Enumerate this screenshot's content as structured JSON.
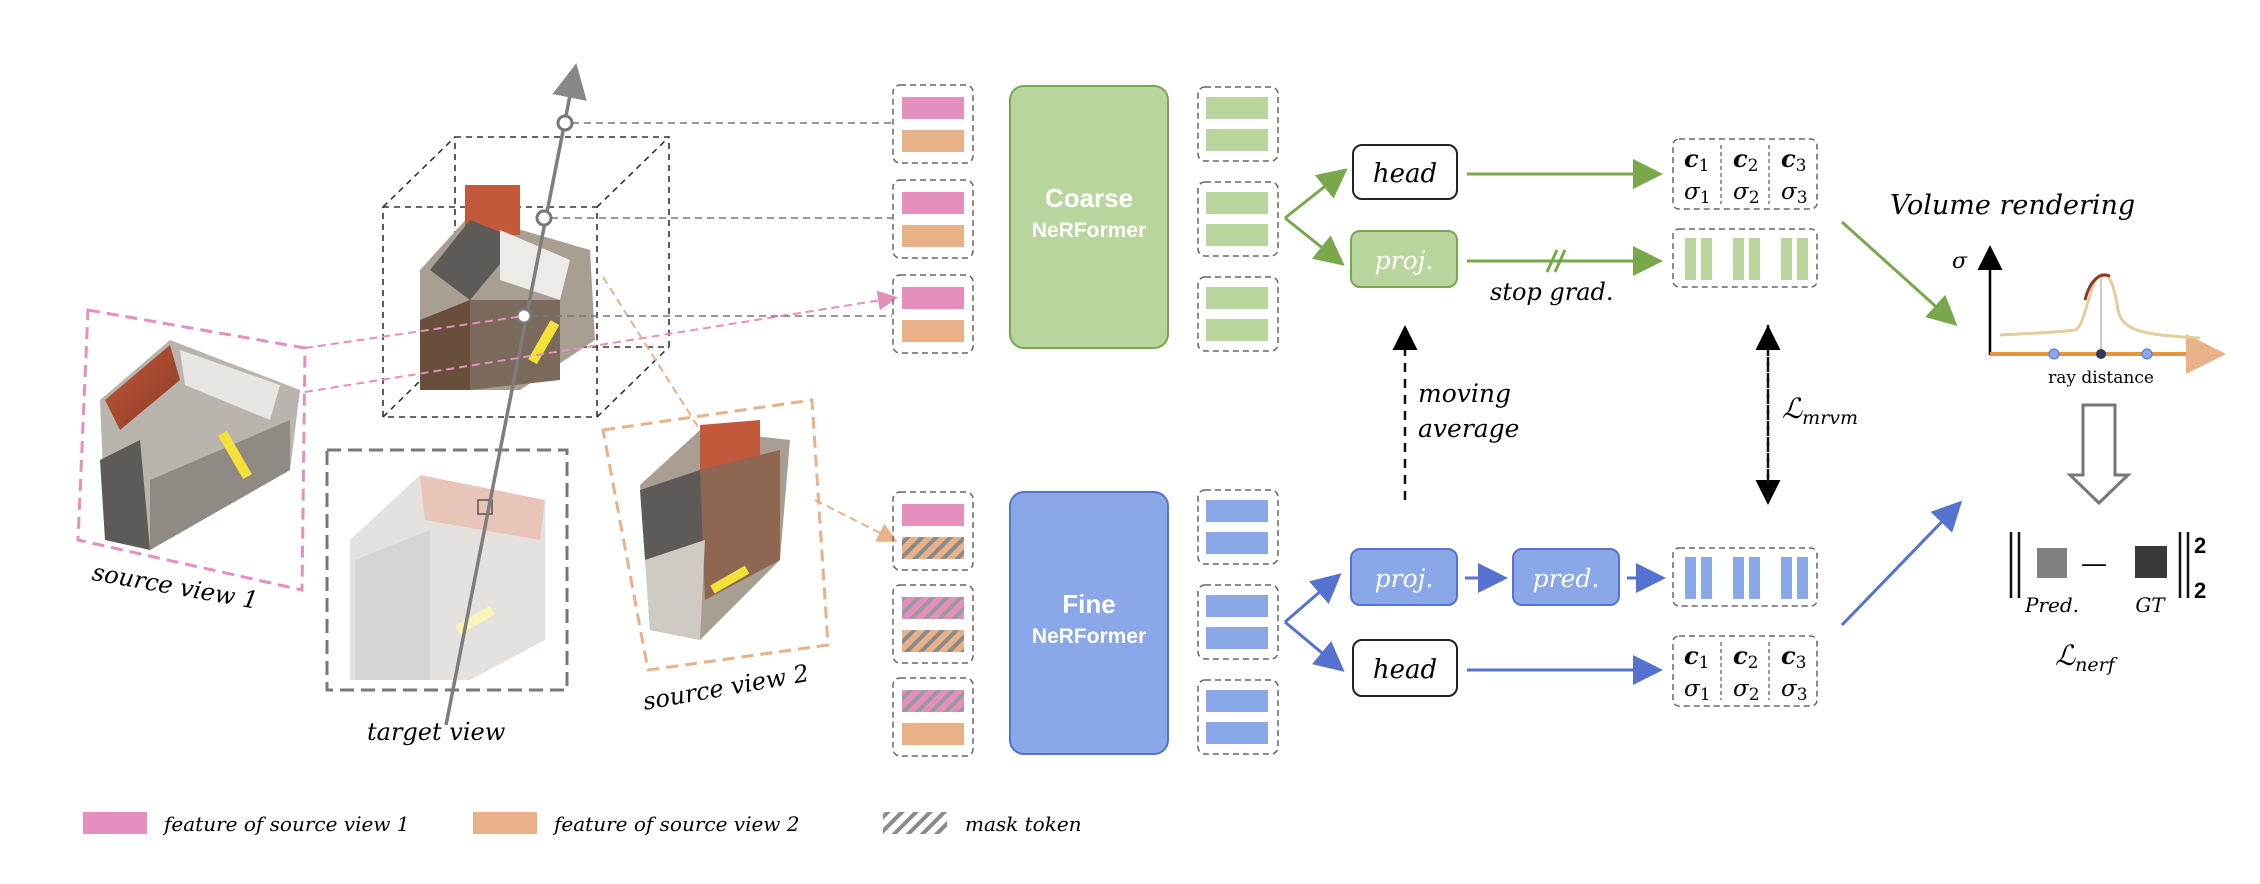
{
  "colors": {
    "pink": "#e48fbd",
    "orange": "#e9b187",
    "green": "#b7d59c",
    "green_dark": "#78a84b",
    "blue": "#8aa7e8",
    "blue_dark": "#5572d0",
    "dashed": "#555555"
  },
  "left": {
    "source_view_1": "source view 1",
    "source_view_2": "source view 2",
    "target_view": "target view"
  },
  "coarse": {
    "line1": "Coarse",
    "line2": "NeRFormer"
  },
  "fine": {
    "line1": "Fine",
    "line2": "NeRFormer"
  },
  "labels": {
    "head_top": "head",
    "proj_top": "proj.",
    "stop_grad": "stop grad.",
    "moving_line1": "moving",
    "moving_line2": "average",
    "proj_bottom": "proj.",
    "pred": "pred.",
    "head_bottom": "head",
    "loss_mrvm": "ℒ",
    "loss_mrvm_sub": "mrvm"
  },
  "output_top": {
    "c1": "c",
    "c1s": "1",
    "c2": "c",
    "c2s": "2",
    "c3": "c",
    "c3s": "3",
    "s1": "σ",
    "s1s": "1",
    "s2": "σ",
    "s2s": "2",
    "s3": "σ",
    "s3s": "3"
  },
  "output_bottom": {
    "c1": "c",
    "c1s": "1",
    "c2": "c",
    "c2s": "2",
    "c3": "c",
    "c3s": "3",
    "s1": "σ",
    "s1s": "1",
    "s2": "σ",
    "s2s": "2",
    "s3": "σ",
    "s3s": "3"
  },
  "volume": {
    "title": "Volume rendering",
    "y_axis": "σ",
    "x_axis": "ray distance"
  },
  "nerf_loss": {
    "pred": "Pred.",
    "gt": "GT",
    "sup": "2",
    "sub": "2",
    "minus": "—",
    "loss": "ℒ",
    "loss_sub": "nerf"
  },
  "legend": {
    "item1": "feature of source view 1",
    "item2": "feature of source view 2",
    "item3": "mask token"
  },
  "icons": [
    "arrow-icon",
    "hatch-mask-icon",
    "building-image-icon",
    "camera-frustum-icon"
  ]
}
